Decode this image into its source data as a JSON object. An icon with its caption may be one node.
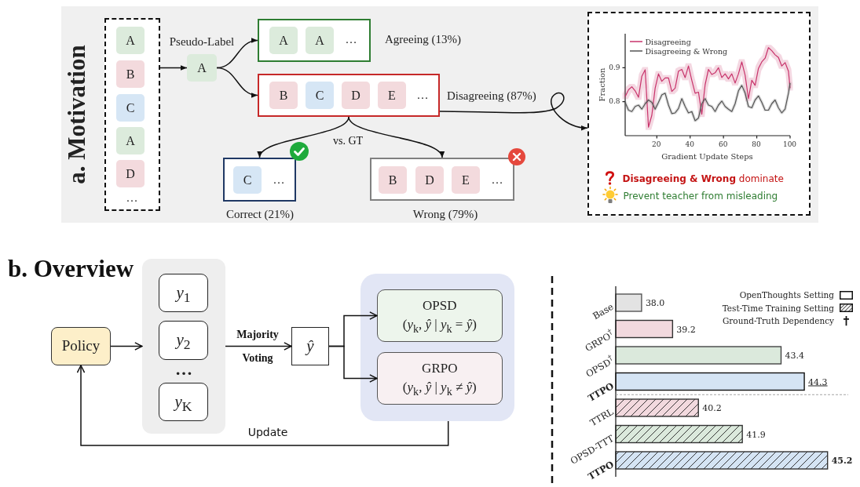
{
  "diagram": {
    "nodes": [
      {
        "text": [
          "a. Motivation"
        ]
      },
      {
        "text": [
          "…"
        ],
        "in": 0
      },
      {
        "text": [
          "A"
        ],
        "in": 1
      },
      {
        "text": [
          "B"
        ],
        "in": 1
      },
      {
        "text": [
          "C"
        ],
        "in": 1
      },
      {
        "text": [
          "A"
        ],
        "in": 1
      },
      {
        "text": [
          "D"
        ],
        "in": 1
      },
      {
        "text": [
          "A"
        ],
        "beside": [
          "Pseudo-Label"
        ],
        "in": 0
      },
      {
        "text": [
          "…"
        ],
        "beside": [
          "Agreeing (13%)"
        ],
        "in": 0
      },
      {
        "text": [
          "A"
        ],
        "in": 8
      },
      {
        "text": [
          "A"
        ],
        "in": 8
      },
      {
        "text": [
          "…"
        ],
        "beside": [
          "Disagreeing (87%)"
        ],
        "in": 0
      },
      {
        "text": [
          "B"
        ],
        "in": 11
      },
      {
        "text": [
          "C"
        ],
        "in": 11
      },
      {
        "text": [
          "D"
        ],
        "in": 11
      },
      {
        "text": [
          "E"
        ],
        "in": 11
      },
      {
        "text": [
          "…"
        ],
        "beside": [
          "Correct (21%)"
        ],
        "in": 0
      },
      {
        "text": [
          "C"
        ],
        "in": 16
      },
      {
        "text": [
          "…"
        ],
        "beside": [
          "Wrong (79%)"
        ],
        "in": 0
      },
      {
        "text": [
          "B"
        ],
        "in": 18
      },
      {
        "text": [
          "D"
        ],
        "in": 18
      },
      {
        "text": [
          "E"
        ],
        "in": 18
      },
      {
        "text": [
          "**Disagreeing & Wrong** dominate",
          "Prevent teacher from misleading"
        ],
        "in": 0
      },
      {
        "text": [
          "Policy"
        ]
      },
      {
        "text": [
          "…"
        ]
      },
      {
        "text": [
          "*y*$_{1}$"
        ],
        "in": 24
      },
      {
        "text": [
          "*y*$_{2}$"
        ],
        "in": 24
      },
      {
        "text": [
          "*y*$_{K}$"
        ],
        "in": 24
      },
      {
        "text": [
          "ŷ"
        ]
      },
      {
        "text": [],
        "shape": "box"
      },
      {
        "text": [
          "OPSD",
          "(*y*$_{k}$, *ŷ* | *y*$_{k}$ = *ŷ*)"
        ],
        "in": 29
      },
      {
        "text": [
          "GRPO",
          "(*y*$_{k}$, *ŷ* | *y*$_{k}$ ≠ *ŷ*)"
        ],
        "in": 29
      }
    ],
    "edges": [
      {
        "from": 1,
        "to": 7,
        "arrow": "to"
      },
      {
        "from": 7,
        "to": 8,
        "arrow": "to"
      },
      {
        "from": 7,
        "to": 11,
        "arrow": "to"
      },
      {
        "from": 11,
        "to": 16,
        "arrow": "to",
        "label": "vs. GT"
      },
      {
        "from": 11,
        "to": 18,
        "arrow": "to"
      },
      {
        "from": 11,
        "to": 22,
        "arrow": "to"
      },
      {
        "from": 23,
        "to": 24,
        "arrow": "to"
      },
      {
        "from": 24,
        "to": 28,
        "arrow": "to",
        "label": "Majority Voting"
      },
      {
        "from": 28,
        "to": 30,
        "arrow": "to"
      },
      {
        "from": 28,
        "to": 31,
        "arrow": "to"
      },
      {
        "from": 29,
        "to": 23,
        "arrow": "to",
        "label": "Update"
      }
    ],
    "labels": [
      "b. Overview"
    ],
    "legend": [
      {
        "text": "OpenThoughts Setting"
      },
      {
        "text": "Test-Time Training Setting"
      },
      {
        "text": "Ground-Truth Dependency"
      }
    ],
    "chart_data": [
      {
        "type": "line",
        "xlabel": "Gradient Update Steps",
        "ylabel": "Fraction",
        "legend": "upper left",
        "x": [
          1,
          3,
          5,
          7,
          9,
          11,
          13,
          15,
          17,
          19,
          21,
          23,
          25,
          27,
          29,
          31,
          33,
          35,
          37,
          39,
          41,
          43,
          45,
          47,
          49,
          51,
          53,
          55,
          57,
          59,
          61,
          63,
          65,
          67,
          69,
          71,
          73,
          75,
          77,
          79,
          81,
          83,
          85,
          87,
          89,
          91,
          93,
          95,
          97,
          99,
          100
        ],
        "series": [
          {
            "name": "Disagreeing",
            "color": "#c8336b",
            "values": [
              0.815,
              0.835,
              0.844,
              0.832,
              0.813,
              0.875,
              0.894,
              0.725,
              0.76,
              0.84,
              0.882,
              0.86,
              0.87,
              0.87,
              0.83,
              0.84,
              0.89,
              0.895,
              0.871,
              0.905,
              0.863,
              0.825,
              0.828,
              0.763,
              0.85,
              0.895,
              0.88,
              0.885,
              0.9,
              0.871,
              0.882,
              0.867,
              0.882,
              0.855,
              0.882,
              0.917,
              0.878,
              0.809,
              0.863,
              0.848,
              0.898,
              0.917,
              0.928,
              0.959,
              0.95,
              0.938,
              0.93,
              0.905,
              0.915,
              0.89,
              0.84
            ]
          },
          {
            "name": "Disagreeing & Wrong",
            "color": "#555555",
            "values": [
              0.798,
              0.775,
              0.771,
              0.786,
              0.79,
              0.778,
              0.794,
              0.805,
              0.798,
              0.778,
              0.798,
              0.82,
              0.825,
              0.79,
              0.765,
              0.767,
              0.78,
              0.809,
              0.786,
              0.767,
              0.771,
              0.744,
              0.752,
              0.794,
              0.809,
              0.79,
              0.786,
              0.771,
              0.79,
              0.802,
              0.786,
              0.778,
              0.771,
              0.794,
              0.832,
              0.848,
              0.825,
              0.786,
              0.782,
              0.805,
              0.817,
              0.798,
              0.775,
              0.775,
              0.794,
              0.805,
              0.782,
              0.767,
              0.778,
              0.825,
              0.855
            ]
          }
        ],
        "xlim": [
          1,
          100
        ],
        "ylim": [
          0.7,
          1.0
        ],
        "xticks": [
          20,
          40,
          60,
          80,
          100
        ],
        "yticks": [
          0.8,
          0.9
        ]
      },
      {
        "type": "bar",
        "orientation": "horizontal",
        "categories": [
          "Base",
          "GRPO$^{†}$",
          "OPSD$^{†}$",
          "TTPO",
          "TTRL",
          "OPSD-TTT",
          "TTPO"
        ],
        "values": [
          38.0,
          39.2,
          43.4,
          44.3,
          40.2,
          41.9,
          45.2
        ],
        "xlim": [
          37,
          46
        ],
        "value_labels": [
          "38.0",
          "39.2",
          "43.4",
          "44.3",
          "40.2",
          "41.9",
          "45.2"
        ]
      }
    ]
  }
}
